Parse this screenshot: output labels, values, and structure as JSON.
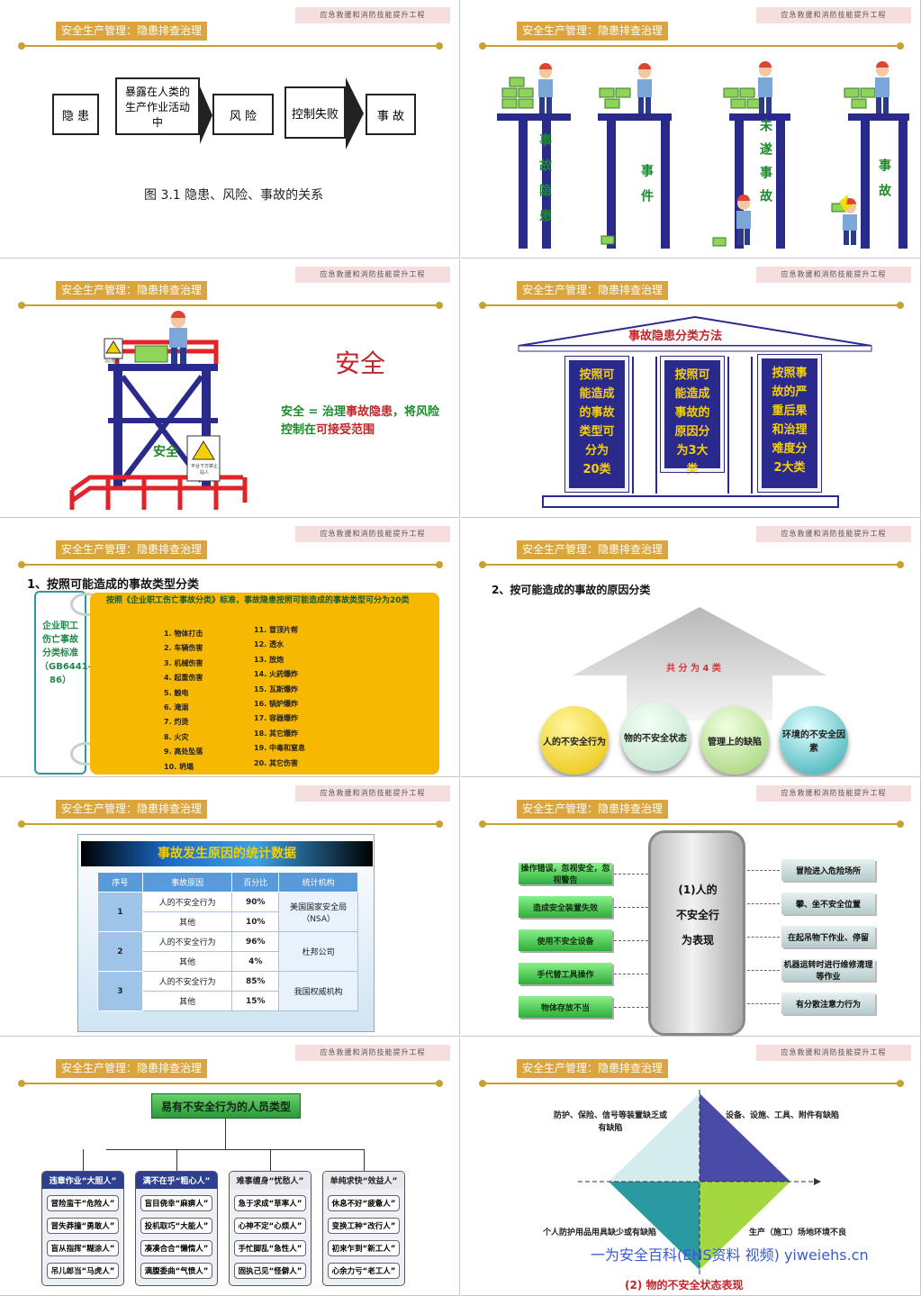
{
  "header": {
    "tag": "应急救援和消防技能提升工程",
    "title": "安全生产管理：隐患排查治理"
  },
  "s1": {
    "boxes": [
      "隐 患",
      "暴露在人类的生产作业活动中",
      "风 险",
      "控制失败",
      "事 故"
    ],
    "caption": "图 3.1  隐患、风险、事故的关系"
  },
  "s2": {
    "labels": [
      "事故隐患",
      "事件",
      "未遂事故",
      "事故"
    ]
  },
  "s3": {
    "big": "安全",
    "formula_a": "安全 = 治理",
    "formula_b": "事故隐患",
    "formula_c": "，将风险控制在",
    "formula_d": "可接受范围",
    "platform": "安全",
    "sign1": "当心坠落",
    "sign2": "平台下方禁止站人"
  },
  "s4": {
    "roof": "事故隐患分类方法",
    "cols": [
      "按照可能造成的事故类型可分为20类",
      "按照可能造成事故的原因分为3大类",
      "按照事故的严重后果和治理难度分2大类"
    ]
  },
  "s5": {
    "heading": "1、按照可能造成的事故类型分类",
    "side": "企业职工伤亡事故分类标准（GB6441-86）",
    "intro": "按照《企业职工伤亡事故分类》标准，事故隐患按照可能造成的事故类型可分为20类",
    "list1": [
      "1.  物体打击",
      "2.  车辆伤害",
      "3.  机械伤害",
      "4.  起重伤害",
      "5.  触电",
      "6.  淹溺",
      "7.  灼烫",
      "8.  火灾",
      "9.  高处坠落",
      "10. 坍塌"
    ],
    "list2": [
      "11. 冒顶片帮",
      "12. 透水",
      "13. 放炮",
      "14. 火药爆炸",
      "15. 瓦斯爆炸",
      "16. 锅炉爆炸",
      "17. 容器爆炸",
      "18. 其它爆炸",
      "19. 中毒和窒息",
      "20. 其它伤害"
    ]
  },
  "s6": {
    "heading": "2、按可能造成的事故的原因分类",
    "center": "共 分 为 4 类",
    "circles": [
      "人的不安全行为",
      "物的不安全状态",
      "管理上的缺陷",
      "环境的不安全因素"
    ]
  },
  "s7": {
    "banner": "事故发生原因的统计数据",
    "headers": [
      "序号",
      "事故原因",
      "百分比",
      "统计机构"
    ],
    "rows": [
      {
        "no": "1",
        "r1": "人的不安全行为",
        "p1": "90%",
        "r2": "其他",
        "p2": "10%",
        "org": "美国国家安全局（NSA）"
      },
      {
        "no": "2",
        "r1": "人的不安全行为",
        "p1": "96%",
        "r2": "其他",
        "p2": "4%",
        "org": "杜邦公司"
      },
      {
        "no": "3",
        "r1": "人的不安全行为",
        "p1": "85%",
        "r2": "其他",
        "p2": "15%",
        "org": "我国权威机构"
      }
    ]
  },
  "s8": {
    "center": "(1)人的不安全行为表现",
    "left": [
      "操作错误，忽视安全，忽视警告",
      "造成安全装置失效",
      "使用不安全设备",
      "手代替工具操作",
      "物体存放不当"
    ],
    "right": [
      "冒险进入危险场所",
      "攀、坐不安全位置",
      "在起吊物下作业、停留",
      "机器运转时进行维修清理等作业",
      "有分散注意力行为"
    ]
  },
  "s9": {
    "title": "易有不安全行为的人员类型",
    "groups": [
      {
        "head": "违章作业“大胆人”",
        "items": [
          "冒险蛮干“危险人”",
          "冒失莽撞“勇敢人”",
          "盲从指挥“糊涂人”",
          "吊儿郎当“马虎人”"
        ]
      },
      {
        "head": "满不在乎“粗心人”",
        "items": [
          "盲目侥幸“麻痹人”",
          "投机取巧“大能人”",
          "凑凑合合“懒惰人”",
          "满腹委曲“气愤人”"
        ]
      },
      {
        "head": "难事缠身“忧愁人”",
        "items": [
          "急于求成“草率人”",
          "心神不定“心烦人”",
          "手忙脚乱“急性人”",
          "固执己见“怪僻人”"
        ]
      },
      {
        "head": "单纯求快“效益人”",
        "items": [
          "休息不好“疲惫人”",
          "变换工种“改行人”",
          "初来乍到“新工人”",
          "心余力亏“老工人”"
        ]
      }
    ]
  },
  "s10": {
    "tl": "防护、保险、信号等装置缺乏或有缺陷",
    "tr": "设备、设施、工具、附件有缺陷",
    "bl": "个人防护用品用具缺少或有缺陷",
    "br": "生产（施工）场地环境不良",
    "caption": "(2) 物的不安全状态表现",
    "watermark": "一为安全百科(EHS资料 视频) yiweiehs.cn"
  }
}
